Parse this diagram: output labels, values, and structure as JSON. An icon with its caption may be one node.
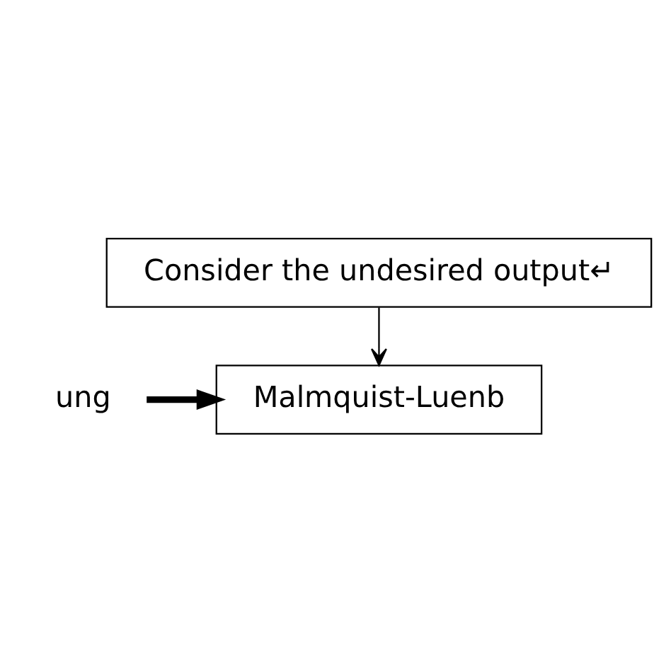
{
  "diagram": {
    "nodes": [
      {
        "text": [
          "Consider the undesired output↵"
        ]
      },
      {
        "text": [
          "Malmquist-Luenb"
        ]
      },
      {
        "text": [
          "ung"
        ]
      }
    ],
    "edges": [
      {
        "from": 0,
        "to": 1,
        "arrow": "to"
      },
      {
        "from": 2,
        "to": 1,
        "arrow": "to",
        "style": "thick"
      }
    ]
  }
}
